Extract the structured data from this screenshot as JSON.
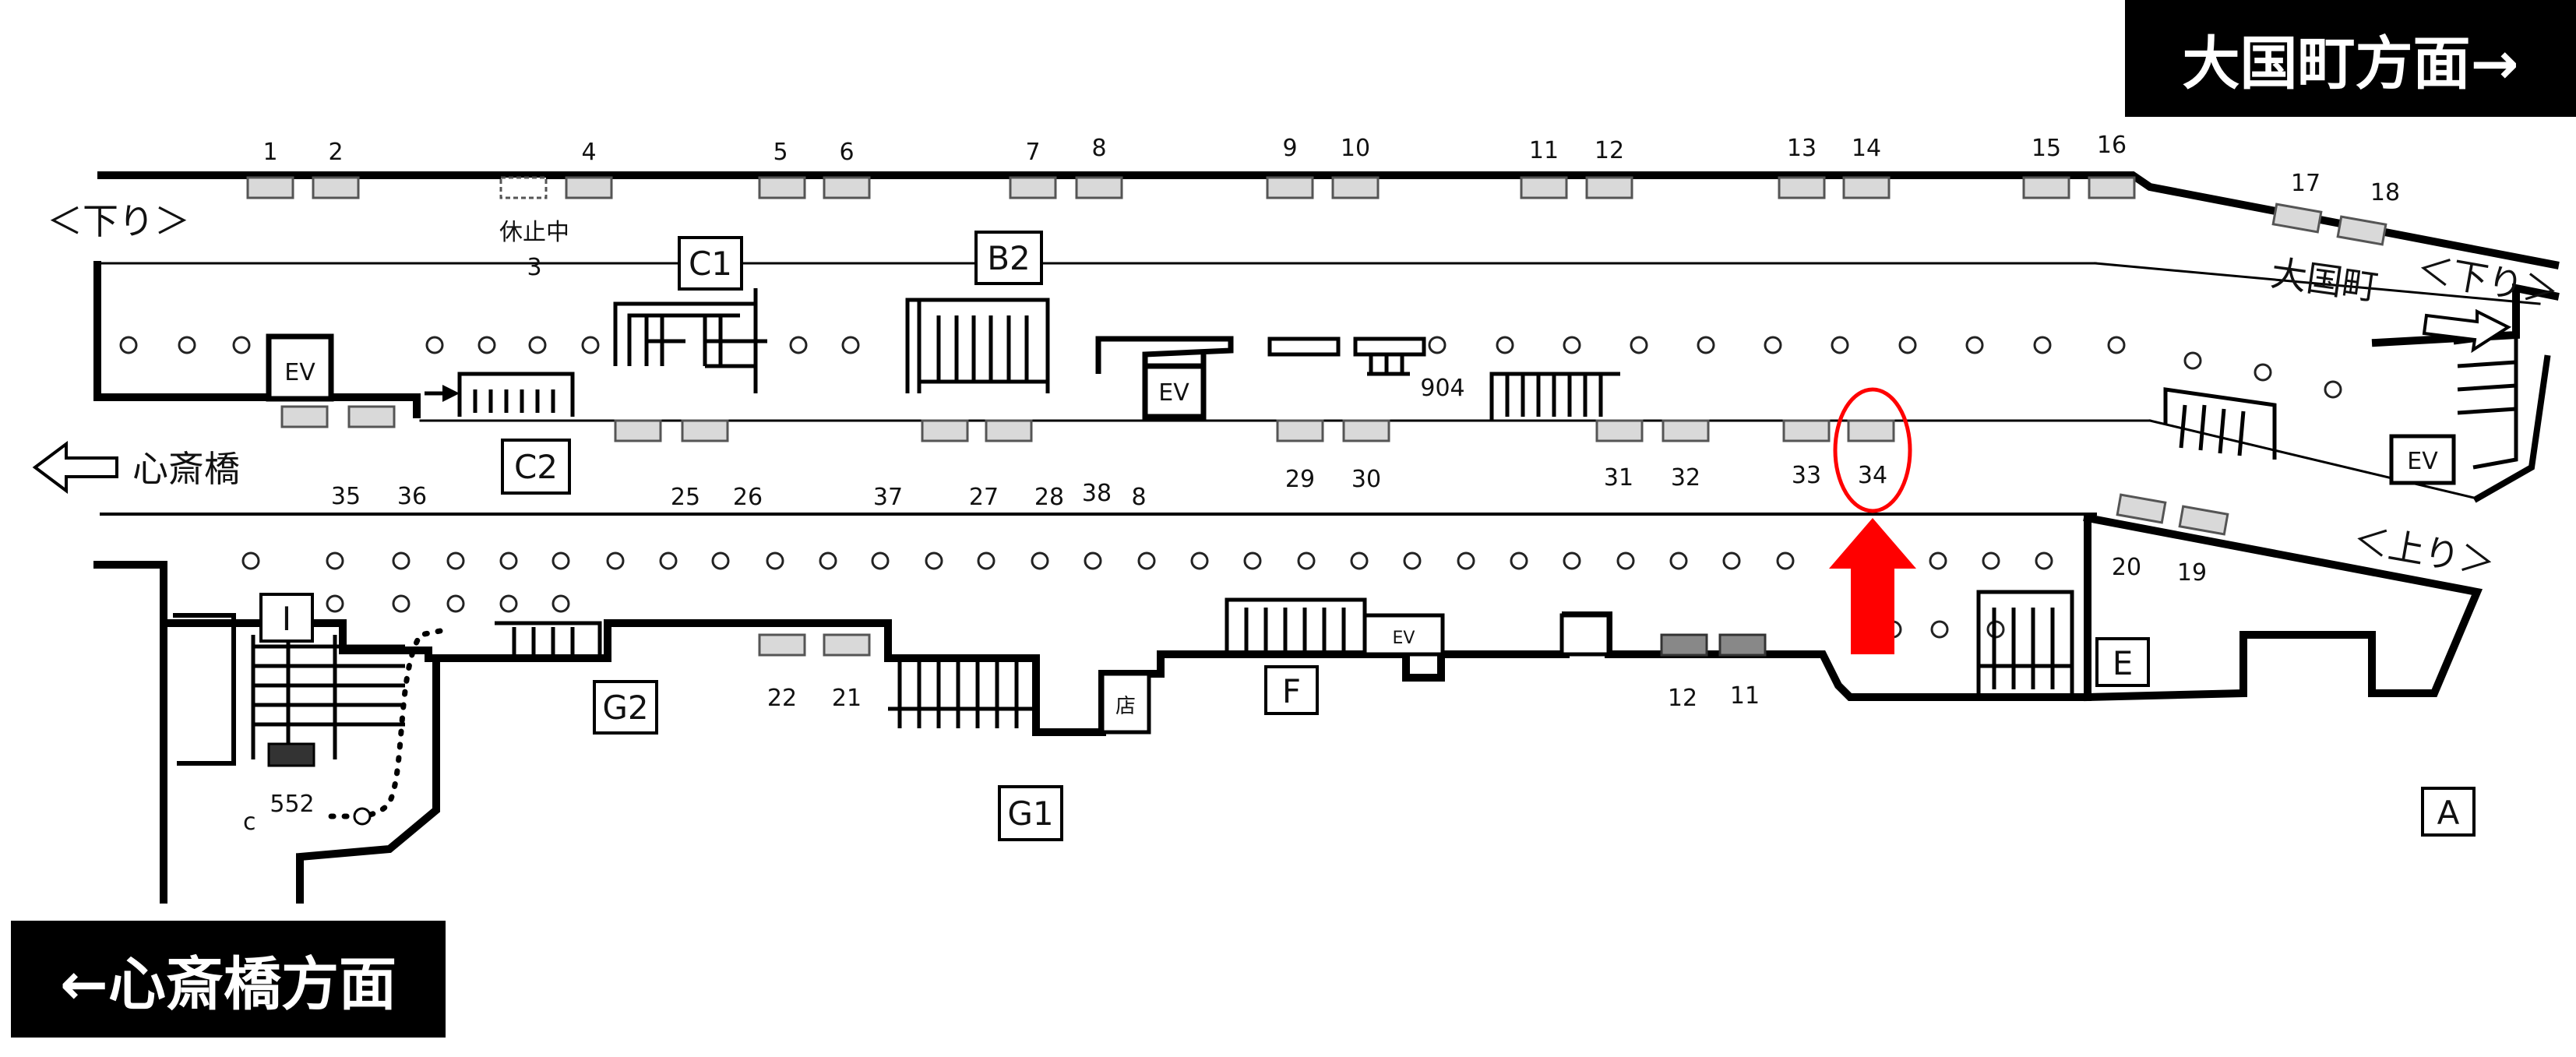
{
  "banners": {
    "top_right": "大国町方面→",
    "bottom_left": "←心斎橋方面"
  },
  "labels": {
    "down_left": "＜下り＞",
    "down_right": "＜下り＞",
    "up_right": "＜上り＞",
    "daikokucho": "大国町",
    "shinsaibashi": "心斎橋",
    "suspended": "休止中",
    "ev": "EV",
    "shop": "店"
  },
  "exits": [
    "C1",
    "B2",
    "C2",
    "G2",
    "G1",
    "F",
    "E",
    "A",
    "I"
  ],
  "stop_numbers": {
    "top_row": [
      "1",
      "2",
      "4",
      "5",
      "6",
      "7",
      "8",
      "9",
      "10",
      "11",
      "12",
      "13",
      "14",
      "15",
      "16",
      "17",
      "18"
    ],
    "middle_row": [
      "35",
      "36",
      "25",
      "26",
      "37",
      "27",
      "28",
      "38",
      "8",
      "29",
      "30",
      "31",
      "32",
      "33",
      "34"
    ],
    "lower_right": [
      "20",
      "19"
    ],
    "bottom_row": [
      "22",
      "21",
      "12",
      "11"
    ],
    "misc": [
      "3",
      "904",
      "552"
    ]
  },
  "highlight": {
    "stop": "34",
    "color": "#ff0000"
  }
}
